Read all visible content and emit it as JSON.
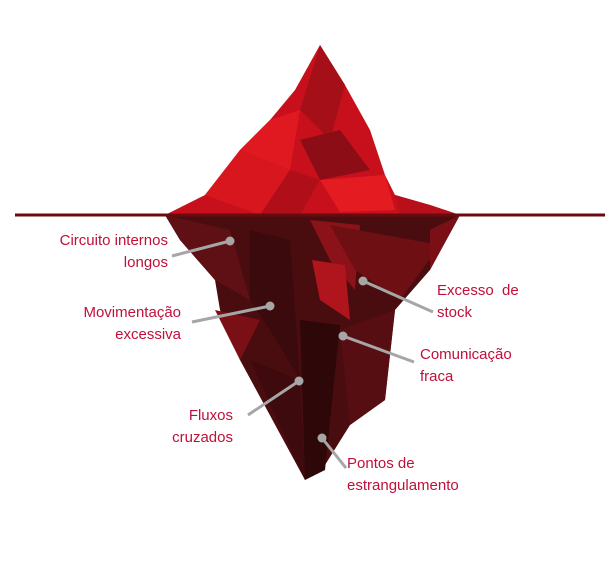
{
  "colors": {
    "label": "#c0103a",
    "tip": "#d4101c",
    "underwater": "#4a0d0f",
    "waterline": "#6b0a0e",
    "leader": "#a6a6a6"
  },
  "labels": {
    "circuito": [
      "Circuito internos",
      "longos"
    ],
    "movimentacao": [
      "Movimentação",
      "excessiva"
    ],
    "fluxos": [
      "Fluxos",
      "cruzados"
    ],
    "excesso": [
      "Excesso  de",
      "stock"
    ],
    "comunicacao": [
      "Comunicação",
      "fraca"
    ],
    "pontos": [
      "Pontos de",
      "estrangulamento"
    ]
  }
}
